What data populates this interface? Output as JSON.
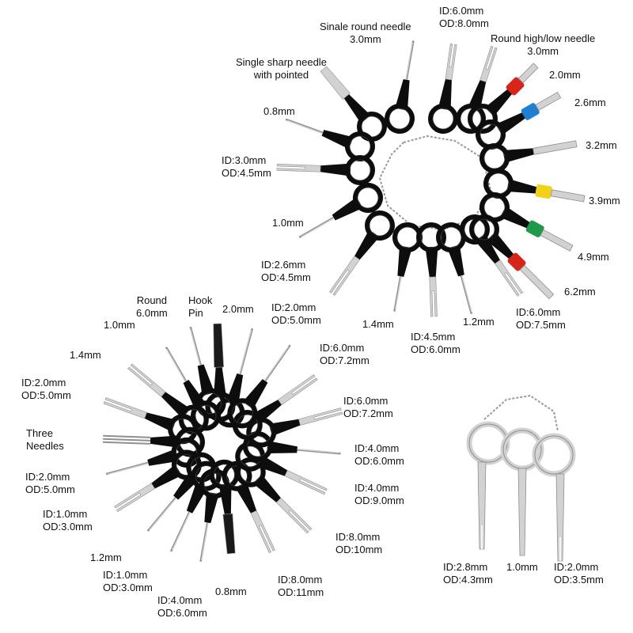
{
  "colors": {
    "handle": "#0d0d0d",
    "handle_edge": "#3a3a3a",
    "metal": "#d2d2d2",
    "metal_dark": "#8f8f8f",
    "red": "#d8251c",
    "blue": "#1f7fd0",
    "yellow": "#f1d21a",
    "green": "#1f9a4a"
  },
  "set1": {
    "labels": {
      "single_round_needle": [
        "Sinale round needle",
        "3.0mm"
      ],
      "id6_od8": [
        "ID:6.0mm",
        "OD:8.0mm"
      ],
      "round_high_low": [
        "Round high/low needle",
        "3.0mm"
      ],
      "single_sharp": [
        "Single sharp needle",
        "with pointed"
      ],
      "m08": "0.8mm",
      "id3_od45": [
        "ID:3.0mm",
        "OD:4.5mm"
      ],
      "m10": "1.0mm",
      "id26_od45": [
        "ID:2.6mm",
        "OD:4.5mm"
      ],
      "m14": "1.4mm",
      "id45_od6": [
        "ID:4.5mm",
        "OD:6.0mm"
      ],
      "m12": "1.2mm",
      "id6_od75": [
        "ID:6.0mm",
        "OD:7.5mm"
      ],
      "m20": "2.0mm",
      "m26": "2.6mm",
      "m32": "3.2mm",
      "m39": "3.9mm",
      "m49": "4.9mm",
      "m62": "6.2mm"
    }
  },
  "set2": {
    "labels": {
      "round6": [
        "Round",
        "6.0mm"
      ],
      "hook_pin": [
        "Hook",
        "Pin"
      ],
      "m20": "2.0mm",
      "id2_od5_top": [
        "ID:2.0mm",
        "OD:5.0mm"
      ],
      "m10": "1.0mm",
      "m14": "1.4mm",
      "id6_od72_a": [
        "ID:6.0mm",
        "OD:7.2mm"
      ],
      "id2_od5_left": [
        "ID:2.0mm",
        "OD:5.0mm"
      ],
      "id6_od72_b": [
        "ID:6.0mm",
        "OD:7.2mm"
      ],
      "three_needles": [
        "Three",
        "Needles"
      ],
      "id4_od6": [
        "ID:4.0mm",
        "OD:6.0mm"
      ],
      "id2_od5_mid": [
        "ID:2.0mm",
        "OD:5.0mm"
      ],
      "id4_od9": [
        "ID:4.0mm",
        "OD:9.0mm"
      ],
      "id1_od3_left": [
        "ID:1.0mm",
        "OD:3.0mm"
      ],
      "id8_od10": [
        "ID:8.0mm",
        "OD:10mm"
      ],
      "m12": "1.2mm",
      "id1_od3_bottom": [
        "ID:1.0mm",
        "OD:3.0mm"
      ],
      "id8_od11": [
        "ID:8.0mm",
        "OD:11mm"
      ],
      "id4_od6_bottom": [
        "ID:4.0mm",
        "OD:6.0mm"
      ],
      "m08": "0.8mm"
    }
  },
  "set3": {
    "labels": {
      "id28_od43": [
        "ID:2.8mm",
        "OD:4.3mm"
      ],
      "m10": "1.0mm",
      "id2_od35": [
        "ID:2.0mm",
        "OD:3.5mm"
      ]
    }
  }
}
